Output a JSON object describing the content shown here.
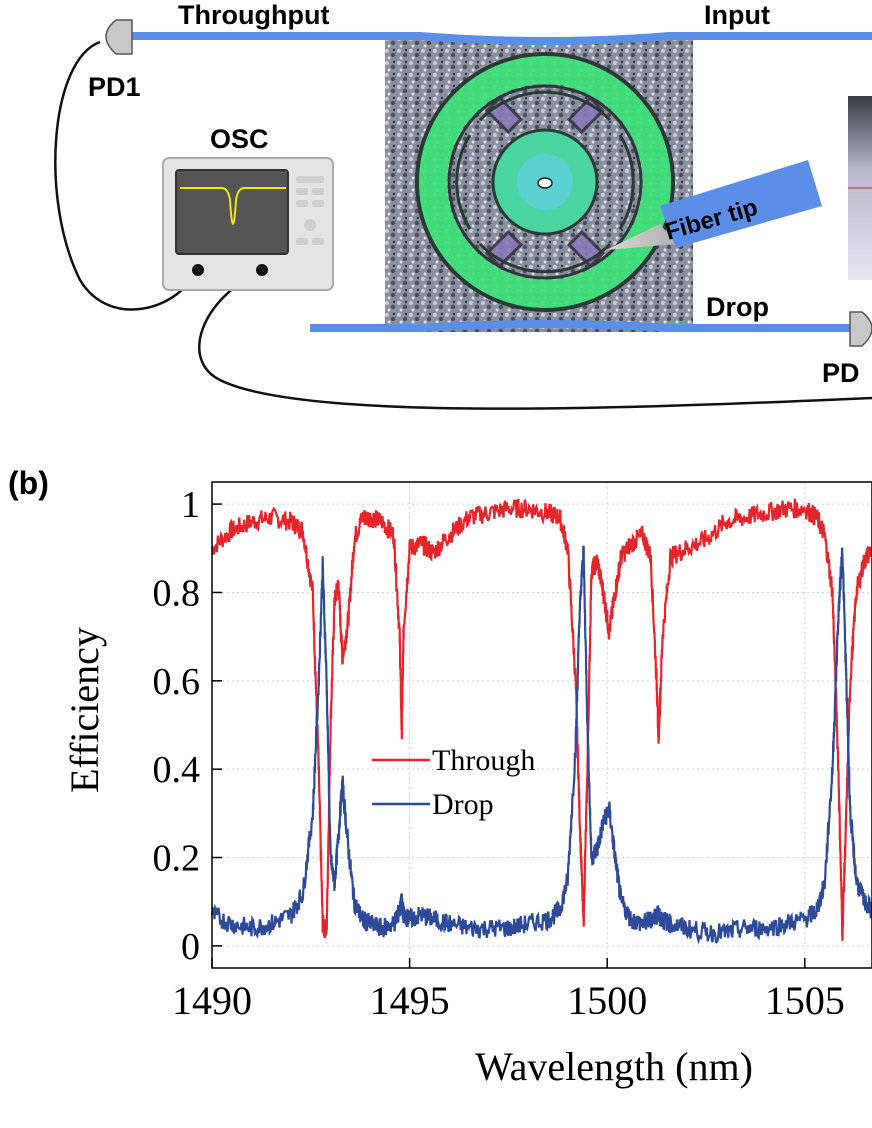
{
  "panel_a": {
    "labels": {
      "throughput": "Throughput",
      "input": "Input",
      "pd1": "PD1",
      "osc": "OSC",
      "fiber_tip": "Fiber tip",
      "drop": "Drop",
      "pd2": "PD"
    },
    "colors": {
      "waveguide": "#5b8ee6",
      "ring": "#3fe07a",
      "trace": "#f2e600",
      "screen": "#555555"
    }
  },
  "panel_b": {
    "label": "(b)"
  },
  "chart_data": {
    "type": "line",
    "title": "",
    "xlabel": "Wavelength (nm)",
    "ylabel": "Efficiency",
    "xlim": [
      1490,
      1506.7
    ],
    "ylim": [
      -0.05,
      1.05
    ],
    "xticks": [
      1490,
      1495,
      1500,
      1505
    ],
    "xtick_labels": [
      "1490",
      "1495",
      "1500",
      "1505"
    ],
    "yticks": [
      0,
      0.2,
      0.4,
      0.6,
      0.8,
      1
    ],
    "ytick_labels": [
      "0",
      "0.2",
      "0.4",
      "0.6",
      "0.8",
      "1"
    ],
    "grid": true,
    "legend_position": "center-left",
    "series": [
      {
        "name": "Through",
        "color": "#e8242b",
        "x": [
          1490.0,
          1490.5,
          1491.0,
          1491.5,
          1492.0,
          1492.3,
          1492.55,
          1492.7,
          1492.8,
          1492.9,
          1493.0,
          1493.1,
          1493.2,
          1493.3,
          1493.45,
          1493.6,
          1493.8,
          1494.0,
          1494.3,
          1494.6,
          1494.75,
          1494.8,
          1494.85,
          1495.0,
          1495.3,
          1495.6,
          1496.0,
          1496.5,
          1497.0,
          1497.5,
          1498.0,
          1498.5,
          1498.8,
          1499.0,
          1499.2,
          1499.3,
          1499.4,
          1499.5,
          1499.6,
          1499.75,
          1499.9,
          1500.05,
          1500.2,
          1500.35,
          1500.6,
          1500.9,
          1501.1,
          1501.25,
          1501.3,
          1501.4,
          1501.6,
          1502.0,
          1502.5,
          1503.0,
          1503.5,
          1504.0,
          1504.5,
          1505.0,
          1505.3,
          1505.5,
          1505.7,
          1505.85,
          1505.95,
          1506.05,
          1506.15,
          1506.3,
          1506.5,
          1506.7
        ],
        "y": [
          0.9,
          0.94,
          0.96,
          0.97,
          0.96,
          0.94,
          0.8,
          0.4,
          0.05,
          0.03,
          0.5,
          0.78,
          0.82,
          0.65,
          0.74,
          0.92,
          0.97,
          0.97,
          0.96,
          0.93,
          0.7,
          0.48,
          0.72,
          0.9,
          0.91,
          0.89,
          0.93,
          0.97,
          0.98,
          0.99,
          0.99,
          0.98,
          0.97,
          0.9,
          0.6,
          0.3,
          0.05,
          0.4,
          0.85,
          0.87,
          0.8,
          0.71,
          0.8,
          0.88,
          0.91,
          0.93,
          0.88,
          0.6,
          0.47,
          0.7,
          0.88,
          0.9,
          0.92,
          0.96,
          0.97,
          0.98,
          0.99,
          0.99,
          0.97,
          0.93,
          0.8,
          0.4,
          0.03,
          0.3,
          0.6,
          0.8,
          0.87,
          0.9
        ]
      },
      {
        "name": "Drop",
        "color": "#2e4a9a",
        "x": [
          1490.0,
          1490.5,
          1491.0,
          1491.5,
          1492.0,
          1492.3,
          1492.55,
          1492.7,
          1492.8,
          1492.9,
          1493.0,
          1493.1,
          1493.2,
          1493.3,
          1493.45,
          1493.6,
          1493.8,
          1494.0,
          1494.3,
          1494.6,
          1494.75,
          1494.8,
          1494.85,
          1495.0,
          1495.3,
          1495.6,
          1496.0,
          1496.5,
          1497.0,
          1497.5,
          1498.0,
          1498.5,
          1498.8,
          1499.0,
          1499.2,
          1499.3,
          1499.4,
          1499.5,
          1499.6,
          1499.75,
          1499.9,
          1500.05,
          1500.2,
          1500.35,
          1500.6,
          1500.9,
          1501.1,
          1501.25,
          1501.3,
          1501.4,
          1501.6,
          1502.0,
          1502.5,
          1503.0,
          1503.5,
          1504.0,
          1504.5,
          1505.0,
          1505.3,
          1505.5,
          1505.7,
          1505.85,
          1505.95,
          1506.05,
          1506.15,
          1506.3,
          1506.5,
          1506.7
        ],
        "y": [
          0.07,
          0.05,
          0.04,
          0.05,
          0.07,
          0.12,
          0.3,
          0.6,
          0.86,
          0.6,
          0.2,
          0.14,
          0.25,
          0.37,
          0.22,
          0.1,
          0.06,
          0.05,
          0.04,
          0.05,
          0.08,
          0.1,
          0.07,
          0.06,
          0.07,
          0.06,
          0.05,
          0.04,
          0.04,
          0.04,
          0.05,
          0.06,
          0.08,
          0.15,
          0.45,
          0.75,
          0.9,
          0.5,
          0.2,
          0.22,
          0.28,
          0.31,
          0.2,
          0.1,
          0.06,
          0.05,
          0.06,
          0.07,
          0.07,
          0.06,
          0.05,
          0.04,
          0.03,
          0.03,
          0.04,
          0.04,
          0.05,
          0.06,
          0.08,
          0.14,
          0.4,
          0.75,
          0.9,
          0.6,
          0.3,
          0.15,
          0.1,
          0.08
        ]
      }
    ]
  }
}
